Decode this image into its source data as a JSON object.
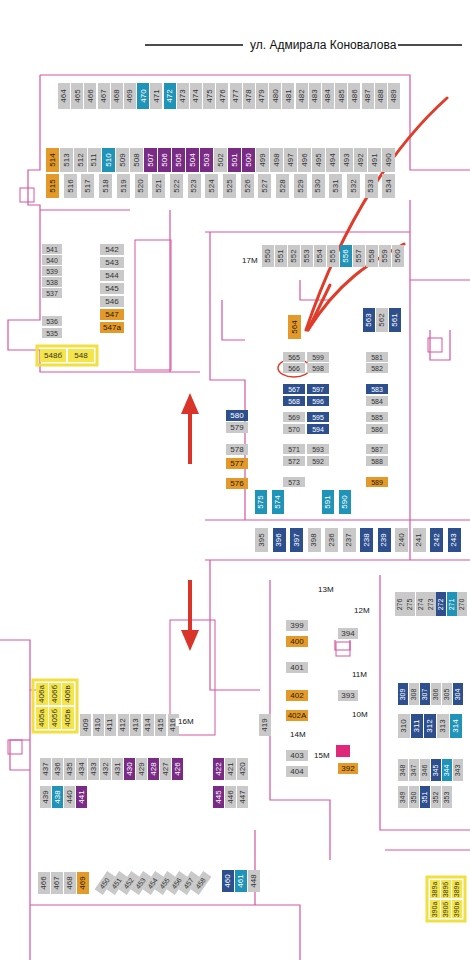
{
  "diagram": {
    "nodes": [
      {
        "text": [
          "464"
        ]
      },
      {
        "text": [
          "465"
        ]
      },
      {
        "text": [
          "466"
        ]
      },
      {
        "text": [
          "467"
        ]
      },
      {
        "text": [
          "468"
        ]
      },
      {
        "text": [
          "469"
        ]
      },
      {
        "text": [
          "470"
        ]
      },
      {
        "text": [
          "471"
        ]
      },
      {
        "text": [
          "472"
        ]
      },
      {
        "text": [
          "473"
        ]
      },
      {
        "text": [
          "474"
        ]
      },
      {
        "text": [
          "475"
        ]
      },
      {
        "text": [
          "476"
        ]
      },
      {
        "text": [
          "477"
        ]
      },
      {
        "text": [
          "478"
        ]
      },
      {
        "text": [
          "479"
        ]
      },
      {
        "text": [
          "480"
        ]
      },
      {
        "text": [
          "481"
        ]
      },
      {
        "text": [
          "482"
        ]
      },
      {
        "text": [
          "483"
        ]
      },
      {
        "text": [
          "484"
        ]
      },
      {
        "text": [
          "485"
        ]
      },
      {
        "text": [
          "486"
        ]
      },
      {
        "text": [
          "487"
        ]
      },
      {
        "text": [
          "488"
        ]
      },
      {
        "text": [
          "489"
        ]
      },
      {
        "text": [
          "514"
        ]
      },
      {
        "text": [
          "513"
        ]
      },
      {
        "text": [
          "512"
        ]
      },
      {
        "text": [
          "511"
        ]
      },
      {
        "text": [
          "510"
        ]
      },
      {
        "text": [
          "509"
        ]
      },
      {
        "text": [
          "508"
        ]
      },
      {
        "text": [
          "507"
        ]
      },
      {
        "text": [
          "506"
        ]
      },
      {
        "text": [
          "505"
        ]
      },
      {
        "text": [
          "504"
        ]
      },
      {
        "text": [
          "503"
        ]
      },
      {
        "text": [
          "502"
        ]
      },
      {
        "text": [
          "501"
        ]
      },
      {
        "text": [
          "500"
        ]
      },
      {
        "text": [
          "499"
        ]
      },
      {
        "text": [
          "498"
        ]
      },
      {
        "text": [
          "497"
        ]
      },
      {
        "text": [
          "496"
        ]
      },
      {
        "text": [
          "495"
        ]
      },
      {
        "text": [
          "494"
        ]
      },
      {
        "text": [
          "493"
        ]
      },
      {
        "text": [
          "492"
        ]
      },
      {
        "text": [
          "491"
        ]
      },
      {
        "text": [
          "490"
        ]
      },
      {
        "text": [
          "515"
        ]
      },
      {
        "text": [
          "516"
        ]
      },
      {
        "text": [
          "517"
        ]
      },
      {
        "text": [
          "518"
        ]
      },
      {
        "text": [
          "519"
        ]
      },
      {
        "text": [
          "520"
        ]
      },
      {
        "text": [
          "521"
        ]
      },
      {
        "text": [
          "522"
        ]
      },
      {
        "text": [
          "523"
        ]
      },
      {
        "text": [
          "524"
        ]
      },
      {
        "text": [
          "525"
        ]
      },
      {
        "text": [
          "526"
        ]
      },
      {
        "text": [
          "527"
        ]
      },
      {
        "text": [
          "528"
        ]
      },
      {
        "text": [
          "529"
        ]
      },
      {
        "text": [
          "530"
        ]
      },
      {
        "text": [
          "531"
        ]
      },
      {
        "text": [
          "532"
        ]
      },
      {
        "text": [
          "533"
        ]
      },
      {
        "text": [
          "534"
        ]
      },
      {
        "text": [
          "541"
        ]
      },
      {
        "text": [
          "540"
        ]
      },
      {
        "text": [
          "539"
        ]
      },
      {
        "text": [
          "538"
        ]
      },
      {
        "text": [
          "537"
        ]
      },
      {
        "text": [
          "536"
        ]
      },
      {
        "text": [
          "535"
        ]
      },
      {
        "text": [
          "542"
        ]
      },
      {
        "text": [
          "543"
        ]
      },
      {
        "text": [
          "544"
        ]
      },
      {
        "text": [
          "545"
        ]
      },
      {
        "text": [
          "546"
        ]
      },
      {
        "text": [
          "547"
        ]
      },
      {
        "text": [
          "547а"
        ]
      },
      {
        "text": [
          "548б"
        ]
      },
      {
        "text": [
          "548"
        ]
      },
      {
        "text": [
          "550"
        ]
      },
      {
        "text": [
          "551"
        ]
      },
      {
        "text": [
          "552"
        ]
      },
      {
        "text": [
          "553"
        ]
      },
      {
        "text": [
          "554"
        ]
      },
      {
        "text": [
          "555"
        ]
      },
      {
        "text": [
          "556"
        ]
      },
      {
        "text": [
          "557"
        ]
      },
      {
        "text": [
          "558"
        ]
      },
      {
        "text": [
          "559"
        ]
      },
      {
        "text": [
          "560"
        ]
      },
      {
        "text": [
          "564"
        ]
      },
      {
        "text": [
          "563"
        ]
      },
      {
        "text": [
          "562"
        ]
      },
      {
        "text": [
          "561"
        ]
      },
      {
        "text": [
          "565"
        ]
      },
      {
        "text": [
          "566"
        ]
      },
      {
        "text": [
          "567"
        ]
      },
      {
        "text": [
          "568"
        ]
      },
      {
        "text": [
          "569"
        ]
      },
      {
        "text": [
          "570"
        ]
      },
      {
        "text": [
          "571"
        ]
      },
      {
        "text": [
          "572"
        ]
      },
      {
        "text": [
          "573"
        ]
      },
      {
        "text": [
          "599"
        ]
      },
      {
        "text": [
          "598"
        ]
      },
      {
        "text": [
          "597"
        ]
      },
      {
        "text": [
          "596"
        ]
      },
      {
        "text": [
          "595"
        ]
      },
      {
        "text": [
          "594"
        ]
      },
      {
        "text": [
          "593"
        ]
      },
      {
        "text": [
          "592"
        ]
      },
      {
        "text": [
          "581"
        ]
      },
      {
        "text": [
          "582"
        ]
      },
      {
        "text": [
          "583"
        ]
      },
      {
        "text": [
          "584"
        ]
      },
      {
        "text": [
          "585"
        ]
      },
      {
        "text": [
          "586"
        ]
      },
      {
        "text": [
          "587"
        ]
      },
      {
        "text": [
          "588"
        ]
      },
      {
        "text": [
          "589"
        ]
      },
      {
        "text": [
          "580"
        ]
      },
      {
        "text": [
          "579"
        ]
      },
      {
        "text": [
          "578"
        ]
      },
      {
        "text": [
          "577"
        ]
      },
      {
        "text": [
          "576"
        ]
      },
      {
        "text": [
          "575"
        ]
      },
      {
        "text": [
          "574"
        ]
      },
      {
        "text": [
          "591"
        ]
      },
      {
        "text": [
          "590"
        ]
      },
      {
        "text": [
          "395"
        ]
      },
      {
        "text": [
          "396"
        ]
      },
      {
        "text": [
          "397"
        ]
      },
      {
        "text": [
          "398"
        ]
      },
      {
        "text": [
          "236"
        ]
      },
      {
        "text": [
          "237"
        ]
      },
      {
        "text": [
          "238"
        ]
      },
      {
        "text": [
          "239"
        ]
      },
      {
        "text": [
          "240"
        ]
      },
      {
        "text": [
          "241"
        ]
      },
      {
        "text": [
          "242"
        ]
      },
      {
        "text": [
          "243"
        ]
      },
      {
        "text": [
          "399"
        ]
      },
      {
        "text": [
          "400"
        ]
      },
      {
        "text": [
          "401"
        ]
      },
      {
        "text": [
          "402"
        ]
      },
      {
        "text": [
          "402А"
        ]
      },
      {
        "text": [
          "403"
        ]
      },
      {
        "text": [
          "404"
        ]
      },
      {
        "text": [
          "394"
        ]
      },
      {
        "text": [
          "393"
        ]
      },
      {
        "text": [
          "392"
        ]
      },
      {
        "text": [
          "276"
        ]
      },
      {
        "text": [
          "275"
        ]
      },
      {
        "text": [
          "274"
        ]
      },
      {
        "text": [
          "273"
        ]
      },
      {
        "text": [
          "272"
        ]
      },
      {
        "text": [
          "271"
        ]
      },
      {
        "text": [
          "270"
        ]
      },
      {
        "text": [
          "309"
        ]
      },
      {
        "text": [
          "308"
        ]
      },
      {
        "text": [
          "307"
        ]
      },
      {
        "text": [
          "306"
        ]
      },
      {
        "text": [
          "305"
        ]
      },
      {
        "text": [
          "304"
        ]
      },
      {
        "text": [
          "310"
        ]
      },
      {
        "text": [
          "311"
        ]
      },
      {
        "text": [
          "312"
        ]
      },
      {
        "text": [
          "313"
        ]
      },
      {
        "text": [
          "314"
        ]
      },
      {
        "text": [
          "348"
        ]
      },
      {
        "text": [
          "347"
        ]
      },
      {
        "text": [
          "346"
        ]
      },
      {
        "text": [
          "345"
        ]
      },
      {
        "text": [
          "344"
        ]
      },
      {
        "text": [
          "343"
        ]
      },
      {
        "text": [
          "349"
        ]
      },
      {
        "text": [
          "350"
        ]
      },
      {
        "text": [
          "351"
        ]
      },
      {
        "text": [
          "352"
        ]
      },
      {
        "text": [
          "353"
        ]
      },
      {
        "text": [
          "389а"
        ]
      },
      {
        "text": [
          "389б"
        ]
      },
      {
        "text": [
          "389в"
        ]
      },
      {
        "text": [
          "390а"
        ]
      },
      {
        "text": [
          "390б"
        ]
      },
      {
        "text": [
          "390в"
        ]
      },
      {
        "text": [
          "406а"
        ]
      },
      {
        "text": [
          "406б"
        ]
      },
      {
        "text": [
          "406в"
        ]
      },
      {
        "text": [
          "405а"
        ]
      },
      {
        "text": [
          "405б"
        ]
      },
      {
        "text": [
          "405в"
        ]
      },
      {
        "text": [
          "409"
        ]
      },
      {
        "text": [
          "410"
        ]
      },
      {
        "text": [
          "411"
        ]
      },
      {
        "text": [
          "412"
        ]
      },
      {
        "text": [
          "413"
        ]
      },
      {
        "text": [
          "414"
        ]
      },
      {
        "text": [
          "415"
        ]
      },
      {
        "text": [
          "416"
        ]
      },
      {
        "text": [
          "419"
        ]
      },
      {
        "text": [
          "437"
        ]
      },
      {
        "text": [
          "436"
        ]
      },
      {
        "text": [
          "435"
        ]
      },
      {
        "text": [
          "434"
        ]
      },
      {
        "text": [
          "433"
        ]
      },
      {
        "text": [
          "432"
        ]
      },
      {
        "text": [
          "431"
        ]
      },
      {
        "text": [
          "430"
        ]
      },
      {
        "text": [
          "429"
        ]
      },
      {
        "text": [
          "428"
        ]
      },
      {
        "text": [
          "427"
        ]
      },
      {
        "text": [
          "426"
        ]
      },
      {
        "text": [
          "422"
        ]
      },
      {
        "text": [
          "421"
        ]
      },
      {
        "text": [
          "420"
        ]
      },
      {
        "text": [
          "439"
        ]
      },
      {
        "text": [
          "438"
        ]
      },
      {
        "text": [
          "440"
        ]
      },
      {
        "text": [
          "441"
        ]
      },
      {
        "text": [
          "445"
        ]
      },
      {
        "text": [
          "446"
        ]
      },
      {
        "text": [
          "447"
        ]
      },
      {
        "text": [
          "466"
        ]
      },
      {
        "text": [
          "467"
        ]
      },
      {
        "text": [
          "468"
        ]
      },
      {
        "text": [
          "469"
        ]
      },
      {
        "text": [
          "450"
        ]
      },
      {
        "text": [
          "451"
        ]
      },
      {
        "text": [
          "452"
        ]
      },
      {
        "text": [
          "453"
        ]
      },
      {
        "text": [
          "454"
        ]
      },
      {
        "text": [
          "455"
        ]
      },
      {
        "text": [
          "456"
        ]
      },
      {
        "text": [
          "457"
        ]
      },
      {
        "text": [
          "458"
        ]
      },
      {
        "text": [
          "460"
        ]
      },
      {
        "text": [
          "461"
        ]
      },
      {
        "text": [
          "448"
        ]
      }
    ],
    "labels": [
      "ул. Адмирала Коновалова",
      "17M",
      "16M",
      "13M",
      "12M",
      "11M",
      "10M",
      "14M",
      "15M"
    ]
  }
}
